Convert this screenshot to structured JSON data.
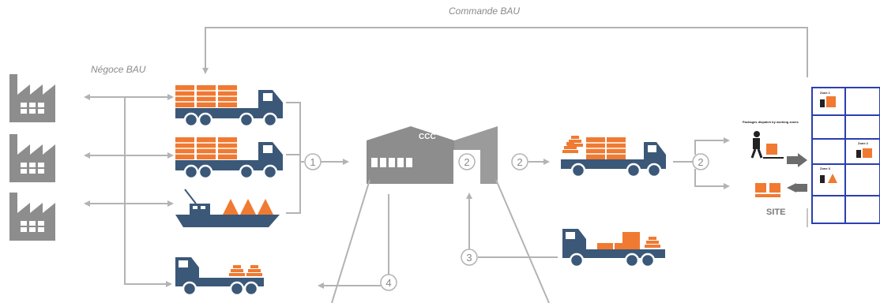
{
  "labels": {
    "top_flow": "Commande BAU",
    "supplier_flow": "Négoce BAU",
    "consolidation_center": "CCC",
    "site": "SITE",
    "site_note": "Packages dispatch by working zones"
  },
  "steps": [
    "1",
    "2",
    "3",
    "4"
  ],
  "zone_labels": [
    "Zone 1",
    "Zone 2",
    "Zone 3"
  ],
  "colors": {
    "orange": "#f07a32",
    "navy": "#3b5878",
    "factory_grey": "#8d8d8d",
    "line_grey": "#b3b3b3",
    "site_blue": "#2c3fb0"
  },
  "icons": [
    "factory-icon",
    "truck-icon",
    "ship-icon",
    "warehouse-icon",
    "worker-icon",
    "arrow-icon"
  ]
}
